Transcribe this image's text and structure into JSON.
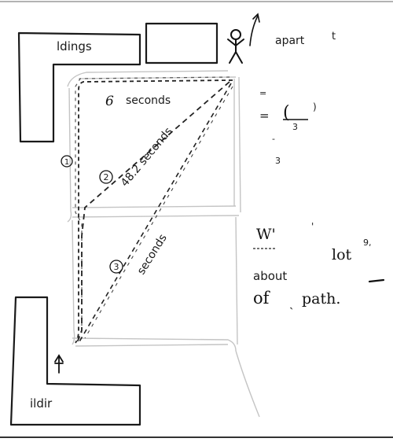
{
  "labels": {
    "building_top": "ldings",
    "building_bottom": "ildir",
    "top_right_note": "apart",
    "top_right_mark": "t",
    "route_1_number": "1",
    "route_1_time": "6",
    "route_1_unit": "seconds",
    "route_2_number": "2",
    "route_2_time": "48.2 seconds",
    "route_3_number": "3",
    "route_3_time": "seconds",
    "eq_symbol_1": "=",
    "eq_symbol_2": "=",
    "eq_fraction_top": "(",
    "eq_fraction_paren": ")",
    "eq_denominator_1": "3",
    "eq_denominator_2": "3",
    "eq_dash": "-",
    "note_w": "W'",
    "note_tick": "'",
    "note_lot": "lot",
    "note_superscript": "9,",
    "note_about": "about",
    "note_of": "of",
    "note_path": "path.",
    "note_comma": "ˎ"
  }
}
